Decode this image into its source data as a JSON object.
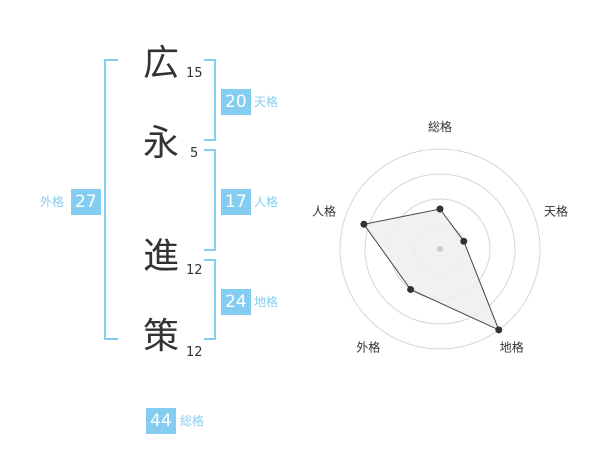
{
  "name": {
    "characters": [
      {
        "char": "広",
        "strokes": "15"
      },
      {
        "char": "永",
        "strokes": "5"
      },
      {
        "char": "進",
        "strokes": "12"
      },
      {
        "char": "策",
        "strokes": "12"
      }
    ]
  },
  "kakusu": {
    "tenkaku": {
      "value": "20",
      "label": "天格"
    },
    "jinkaku": {
      "value": "17",
      "label": "人格"
    },
    "chikaku": {
      "value": "24",
      "label": "地格"
    },
    "gaikaku": {
      "value": "27",
      "label": "外格"
    },
    "soukaku": {
      "value": "44",
      "label": "総格"
    }
  },
  "colors": {
    "accent": "#85cdf0",
    "text": "#333333",
    "ring": "#d6d6d6",
    "polygon_fill": "#eeeeee",
    "polygon_stroke": "#444444"
  },
  "chart_data": {
    "type": "radar",
    "axes": [
      "総格",
      "天格",
      "地格",
      "外格",
      "人格"
    ],
    "values": [
      0.4,
      0.25,
      1.0,
      0.5,
      0.8
    ],
    "range": [
      0,
      1
    ],
    "rings": 4
  }
}
